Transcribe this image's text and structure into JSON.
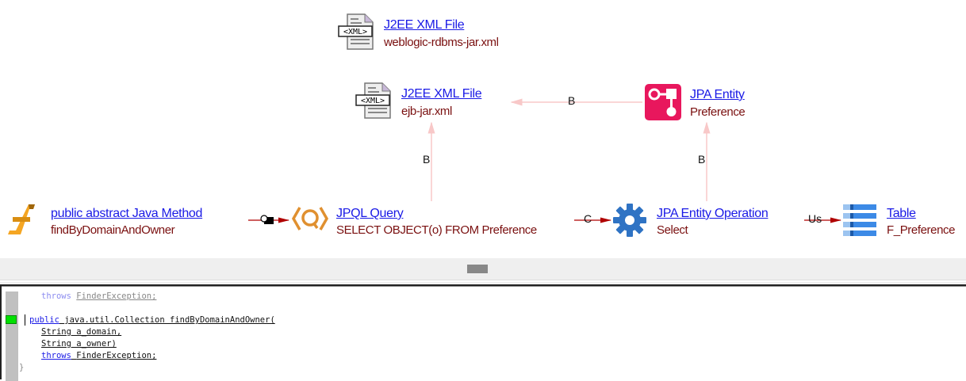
{
  "graph": {
    "nodes": {
      "weblogic_xml": {
        "title": "J2EE XML File",
        "subtitle": "weblogic-rdbms-jar.xml",
        "icon": "xml-file-icon"
      },
      "ejb_xml": {
        "title": "J2EE XML File",
        "subtitle": "ejb-jar.xml",
        "icon": "xml-file-icon"
      },
      "jpa_entity": {
        "title": "JPA Entity",
        "subtitle": "Preference",
        "icon": "jpa-entity-icon"
      },
      "java_method": {
        "title": " public abstract Java Method",
        "subtitle": "findByDomainAndOwner",
        "icon": "function-icon"
      },
      "jpql_query": {
        "title": "JPQL Query",
        "subtitle": "SELECT OBJECT(o) FROM Preference",
        "icon": "query-icon"
      },
      "jpa_operation": {
        "title": "JPA Entity Operation",
        "subtitle": "Select",
        "icon": "gear-icon"
      },
      "table": {
        "title": "Table",
        "subtitle": "F_Preference",
        "icon": "table-icon"
      }
    },
    "edges": {
      "entity_to_ejb": "B",
      "query_to_ejb": "B",
      "operation_to_entity": "B",
      "query_to_operation": "C",
      "operation_to_table": "Us"
    },
    "xml_icon_text": "<XML>",
    "colors": {
      "link": "#1a1ae6",
      "subtitle": "#7a1010",
      "edge_strong": "#b00000",
      "edge_light": "#f8c8c8"
    }
  },
  "code": {
    "line1_kw": "throws",
    "line1_rest": "FinderException;",
    "line2_kw": "public",
    "line2_rest": "java.util.Collection findByDomainAndOwner(",
    "line3": "String a_domain,",
    "line4": "String a_owner)",
    "line5_kw": "throws",
    "line5_rest": "FinderException;",
    "line6": "}"
  }
}
